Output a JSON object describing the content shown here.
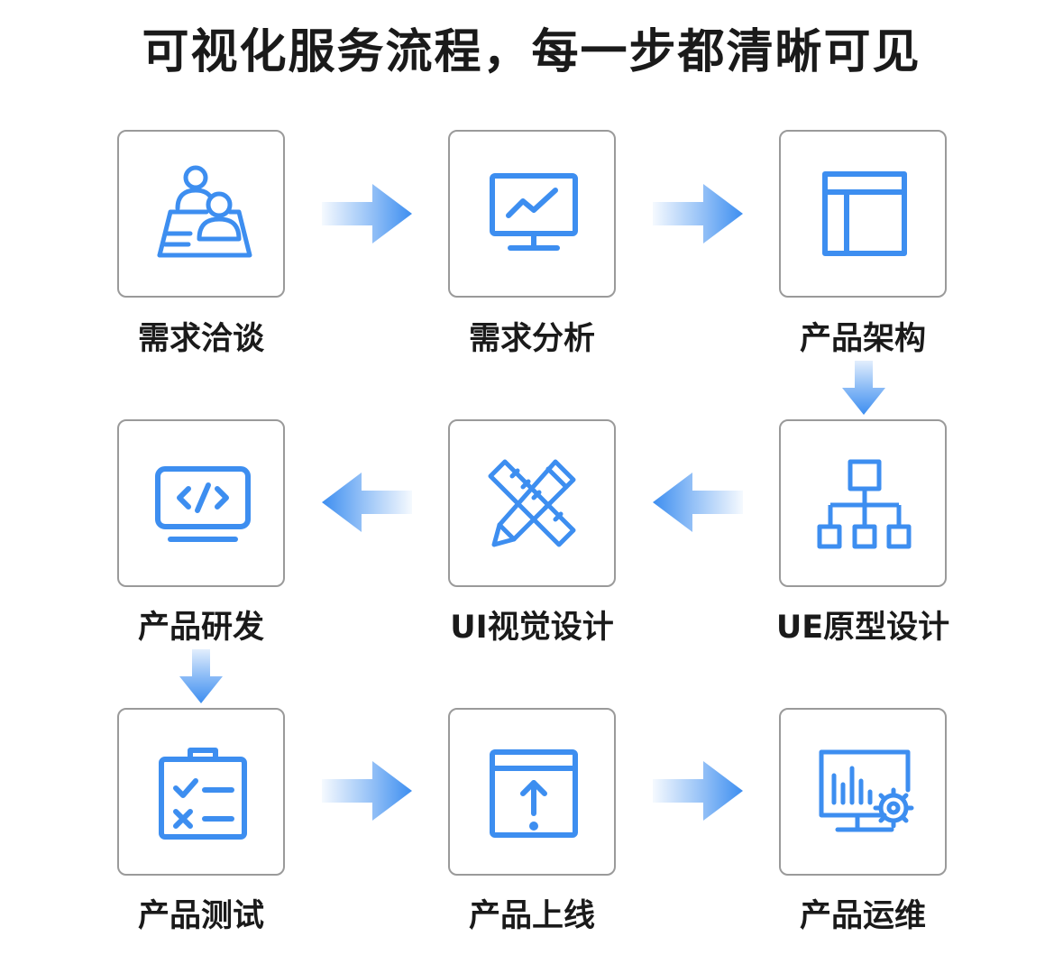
{
  "title": "可视化服务流程，每一步都清晰可见",
  "accent_color": "#3d8ef0",
  "steps": [
    {
      "label": "需求洽谈",
      "icon": "users-document-icon"
    },
    {
      "label": "需求分析",
      "icon": "monitor-chart-icon"
    },
    {
      "label": "产品架构",
      "icon": "layout-icon"
    },
    {
      "label": "产品研发",
      "icon": "code-monitor-icon"
    },
    {
      "label": "UI视觉设计",
      "icon": "pencil-ruler-icon"
    },
    {
      "label": "UE原型设计",
      "icon": "sitemap-icon"
    },
    {
      "label": "产品测试",
      "icon": "checklist-clipboard-icon"
    },
    {
      "label": "产品上线",
      "icon": "upload-window-icon"
    },
    {
      "label": "产品运维",
      "icon": "monitor-gear-icon"
    }
  ]
}
